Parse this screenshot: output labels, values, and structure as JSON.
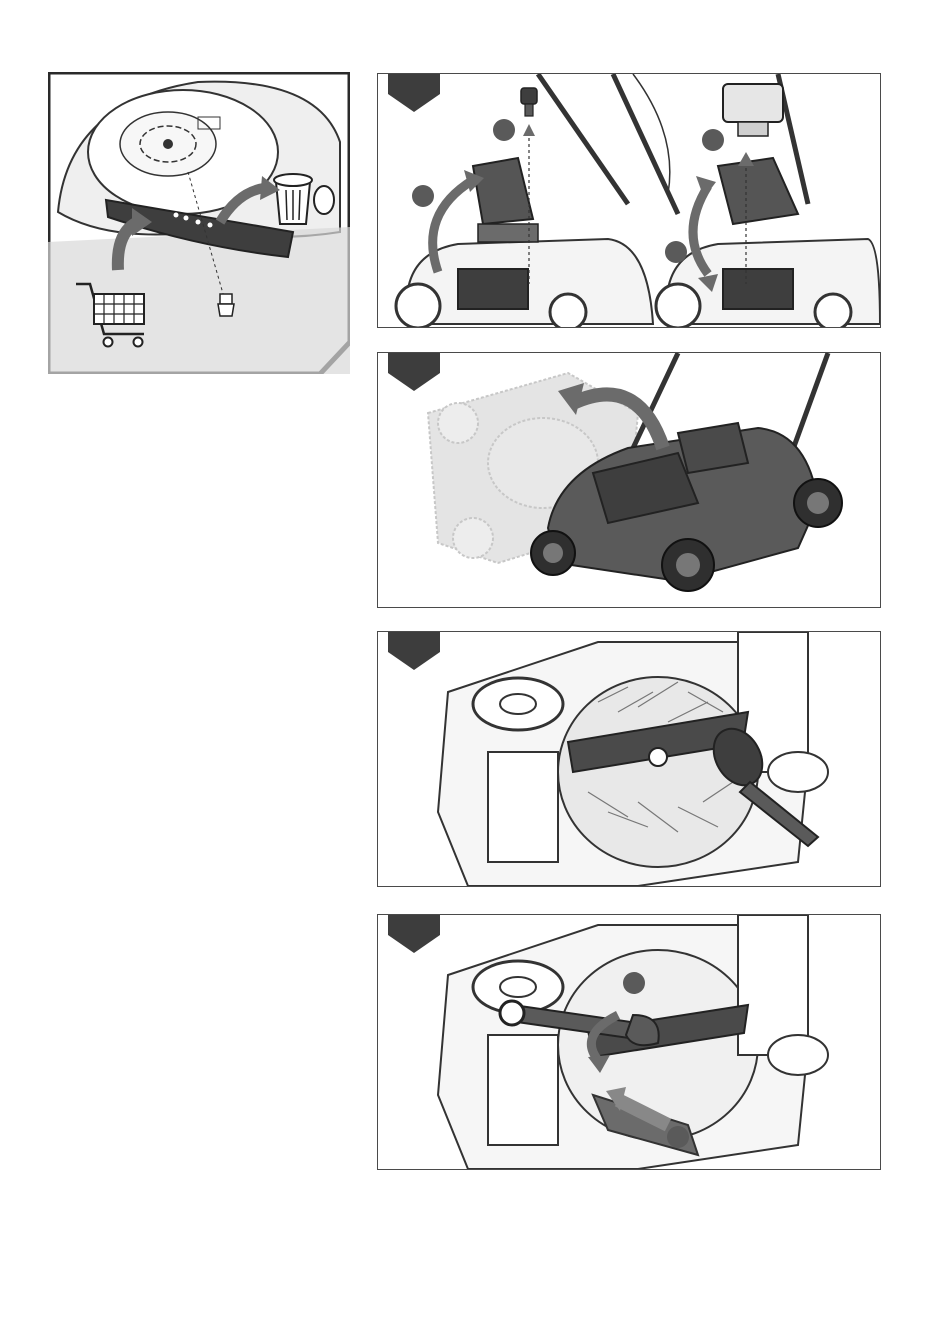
{
  "page": {
    "background": "#ffffff",
    "line_color": "#3a3a3a",
    "tab_color": "#3d3d3d",
    "bubble_color": "#5a5a5a",
    "arrow_color": "#6b6b6b",
    "ghost_color": "#b8b8b8"
  },
  "inset": {
    "icons": [
      "blade-icon",
      "bolt-icon",
      "trash-bin-icon",
      "shopping-cart-icon",
      "curved-arrow-icon"
    ]
  },
  "panels": [
    {
      "id": "step-1",
      "icons": [
        "key-icon",
        "battery-icon",
        "mower-icon",
        "curved-arrow-icon"
      ]
    },
    {
      "id": "step-2",
      "icons": [
        "mower-icon",
        "tilt-arrow-icon"
      ]
    },
    {
      "id": "step-3",
      "icons": [
        "mower-underside-icon",
        "brush-icon",
        "grass-clippings-icon"
      ]
    },
    {
      "id": "step-4",
      "icons": [
        "mower-underside-icon",
        "wrench-icon",
        "blade-icon",
        "rotate-arrow-icon"
      ]
    }
  ]
}
